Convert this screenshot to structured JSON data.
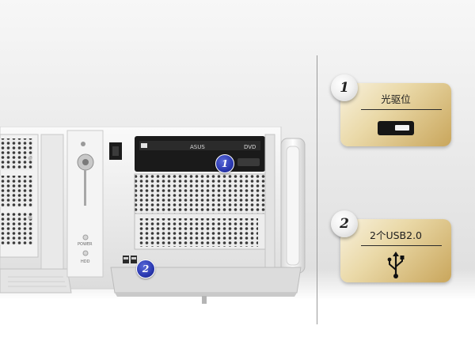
{
  "callouts": [
    {
      "number": "1",
      "label": "光驱位",
      "icon": "optical-drive-icon"
    },
    {
      "number": "2",
      "label": "2个USB2.0",
      "icon": "usb-icon"
    }
  ],
  "product_markers": [
    "1",
    "2"
  ],
  "panel_text": {
    "power": "POWER",
    "hdd": "HDD",
    "drive_brand": "ASUS",
    "drive_logo": "DVD"
  },
  "colors": {
    "card_gold": "#ead9a8",
    "marker_blue": "#2a38b0"
  }
}
